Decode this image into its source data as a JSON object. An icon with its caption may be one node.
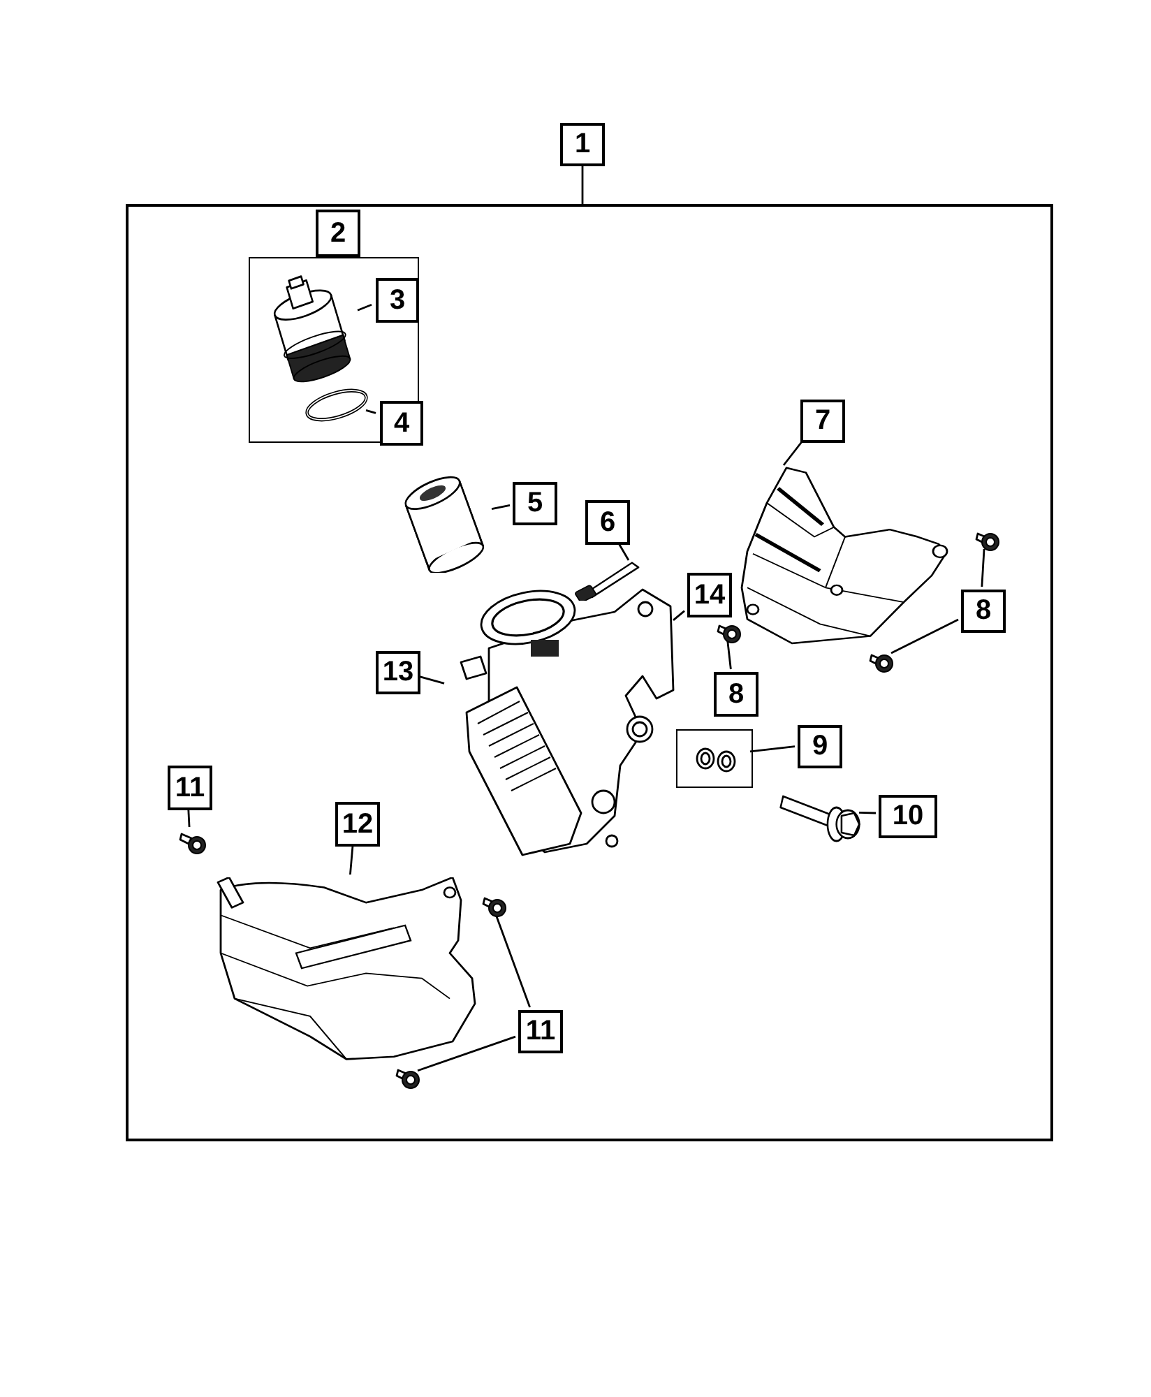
{
  "diagram": {
    "nodes": [
      {
        "text": [
          "1"
        ]
      },
      {
        "text": [],
        "shape": "box"
      },
      {
        "text": [
          "2"
        ],
        "in": 1
      },
      {
        "text": [],
        "shape": "box",
        "in": 1
      },
      {
        "text": [
          "3"
        ],
        "in": 3
      },
      {
        "text": [],
        "shape": "picture",
        "in": 3
      },
      {
        "text": [
          "4"
        ],
        "in": 3
      },
      {
        "text": [],
        "shape": "circle",
        "in": 3
      },
      {
        "text": [
          "5"
        ],
        "in": 1
      },
      {
        "text": [],
        "shape": "picture",
        "in": 1
      },
      {
        "text": [
          "6"
        ],
        "in": 1
      },
      {
        "text": [],
        "shape": "picture",
        "in": 1
      },
      {
        "text": [
          "7"
        ],
        "in": 1
      },
      {
        "text": [],
        "shape": "picture",
        "in": 1
      },
      {
        "text": [
          "14"
        ],
        "in": 1
      },
      {
        "text": [],
        "shape": "picture",
        "in": 1
      },
      {
        "text": [
          "8"
        ],
        "in": 1
      },
      {
        "text": [],
        "shape": "picture",
        "in": 1
      },
      {
        "text": [],
        "shape": "picture",
        "in": 1
      },
      {
        "text": [
          "13"
        ],
        "in": 1
      },
      {
        "text": [
          "8"
        ],
        "in": 1
      },
      {
        "text": [],
        "shape": "picture",
        "in": 1
      },
      {
        "text": [
          "9"
        ],
        "in": 1
      },
      {
        "text": [],
        "shape": "box",
        "in": 1
      },
      {
        "text": [
          "10"
        ],
        "in": 1
      },
      {
        "text": [],
        "shape": "picture",
        "in": 1
      },
      {
        "text": [
          "11"
        ],
        "in": 1
      },
      {
        "text": [],
        "shape": "picture",
        "in": 1
      },
      {
        "text": [
          "12"
        ],
        "in": 1
      },
      {
        "text": [],
        "shape": "picture",
        "in": 1
      },
      {
        "text": [
          "11"
        ],
        "in": 1
      },
      {
        "text": [],
        "shape": "picture",
        "in": 1
      },
      {
        "text": [],
        "shape": "picture",
        "in": 1
      }
    ],
    "edges": [
      {
        "from": 0,
        "to": 1,
        "arrow": "none"
      },
      {
        "from": 4,
        "to": 5,
        "arrow": "none"
      },
      {
        "from": 6,
        "to": 7,
        "arrow": "none"
      },
      {
        "from": 8,
        "to": 9,
        "arrow": "none"
      },
      {
        "from": 10,
        "to": 11,
        "arrow": "none"
      },
      {
        "from": 12,
        "to": 13,
        "arrow": "none"
      },
      {
        "from": 14,
        "to": 15,
        "arrow": "none"
      },
      {
        "from": 16,
        "to": 17,
        "arrow": "none"
      },
      {
        "from": 16,
        "to": 18,
        "arrow": "none"
      },
      {
        "from": 19,
        "to": 15,
        "arrow": "none"
      },
      {
        "from": 20,
        "to": 21,
        "arrow": "none"
      },
      {
        "from": 22,
        "to": 23,
        "arrow": "none"
      },
      {
        "from": 24,
        "to": 25,
        "arrow": "none"
      },
      {
        "from": 26,
        "to": 27,
        "arrow": "none"
      },
      {
        "from": 28,
        "to": 29,
        "arrow": "none"
      },
      {
        "from": 30,
        "to": 31,
        "arrow": "none"
      },
      {
        "from": 30,
        "to": 32,
        "arrow": "none"
      }
    ]
  }
}
